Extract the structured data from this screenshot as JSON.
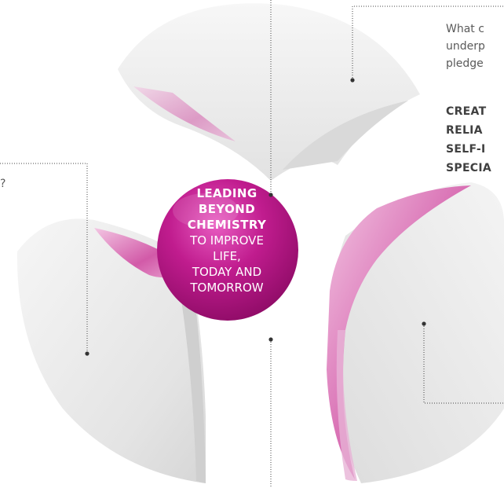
{
  "center": {
    "title_lines": [
      "LEADING",
      "BEYOND",
      "CHEMISTRY"
    ],
    "subtitle_lines": [
      "TO IMPROVE LIFE,",
      "TODAY AND",
      "TOMORROW"
    ]
  },
  "side_text": {
    "lines": [
      "What c",
      "underp",
      "pledge"
    ]
  },
  "values": {
    "lines": [
      "CREAT",
      "RELIA",
      "SELF-I",
      "SPECIA"
    ]
  },
  "left_fragment": "?",
  "colors": {
    "sphere": "#b0127f",
    "sphere_highlight": "#e04ab8",
    "petal": "#efefef",
    "petal_inner": "#d86fb6",
    "connector": "#333333"
  }
}
